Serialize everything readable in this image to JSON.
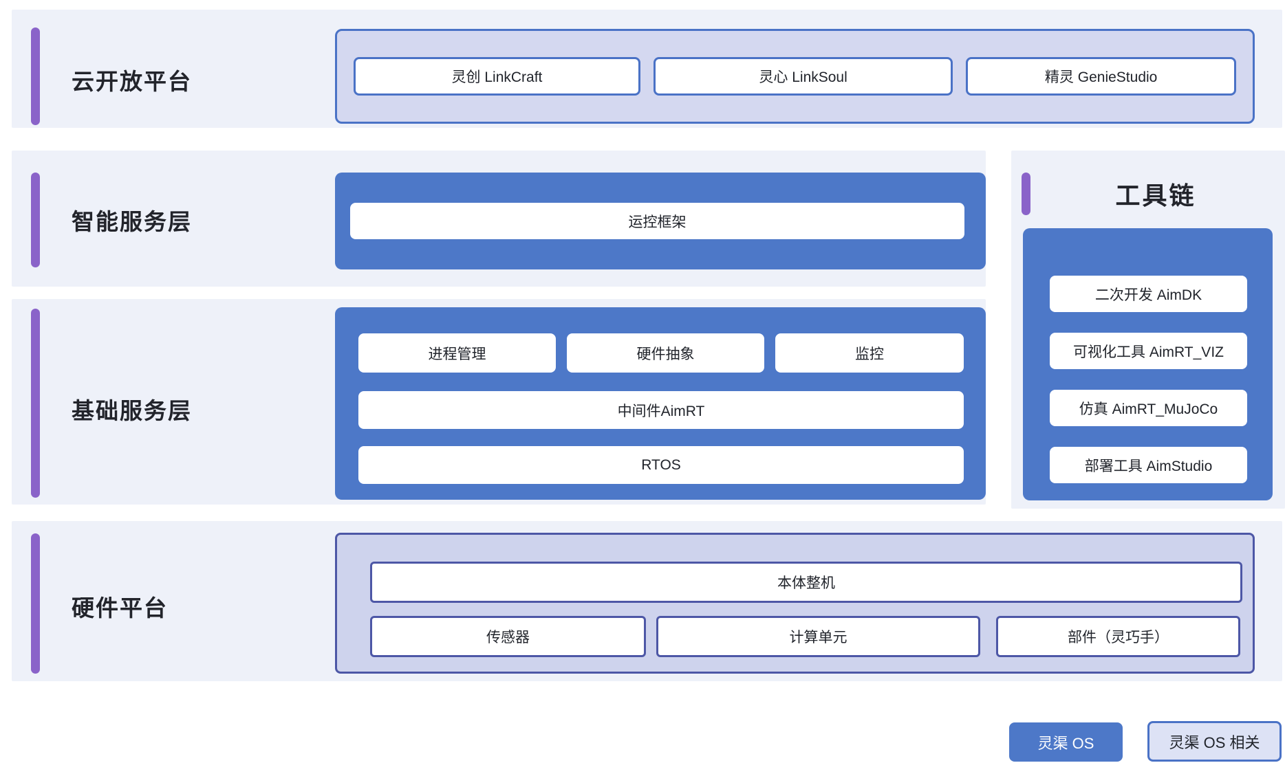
{
  "cloud": {
    "title": "云开放平台",
    "items": [
      "灵创 LinkCraft",
      "灵心 LinkSoul",
      "精灵 GenieStudio"
    ]
  },
  "intelligent": {
    "title": "智能服务层",
    "framework": "运控框架"
  },
  "foundation": {
    "title": "基础服务层",
    "top_items": [
      "进程管理",
      "硬件抽象",
      "监控"
    ],
    "middleware": "中间件AimRT",
    "rtos": "RTOS"
  },
  "toolchain": {
    "title": "工具链",
    "items": [
      "二次开发 AimDK",
      "可视化工具 AimRT_VIZ",
      "仿真 AimRT_MuJoCo",
      "部署工具 AimStudio"
    ]
  },
  "hardware": {
    "title": "硬件平台",
    "whole_machine": "本体整机",
    "items": [
      "传感器",
      "计算单元",
      "部件（灵巧手）"
    ]
  },
  "legend": {
    "os_label": "灵渠 OS",
    "related_label": "灵渠 OS 相关"
  },
  "colors": {
    "blue_fill": "#4d78c8",
    "lavender_fill": "#d4d8f0",
    "hardware_fill": "#ced3ed",
    "row_background": "#eef1f9",
    "blue_border": "#4a72c6",
    "indigo_border": "#4d57a6",
    "purple_accent": "#8a63c9",
    "text_dark": "#21242b",
    "legend_related_fill": "#dde2f5"
  }
}
